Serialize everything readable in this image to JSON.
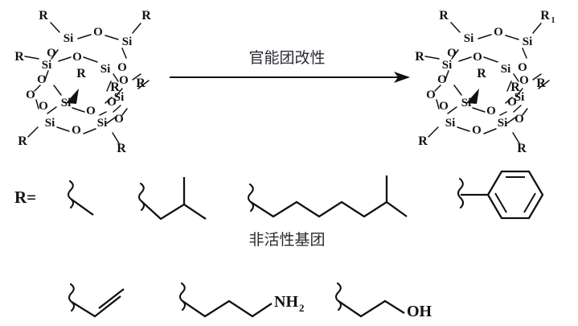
{
  "figure": {
    "type": "chemical-reaction-scheme",
    "subject": "POSS (polyhedral oligomeric silsesquioxane) functional group modification"
  },
  "reaction": {
    "arrow_label": "官能团改性",
    "arrow_icon": "right-arrow-icon"
  },
  "cage_left": {
    "name": "POSS cage (unmodified)",
    "silicon_label": "Si",
    "oxygen_label": "O",
    "substituents": [
      "R",
      "R",
      "R",
      "R",
      "R",
      "R",
      "R",
      "R"
    ],
    "corner_labels": {
      "top": "R",
      "top_right": "R",
      "left": "R",
      "right_upper": "R",
      "right_mid": "R",
      "interior": "R",
      "bottom_left": "R",
      "bottom_right": "R"
    }
  },
  "cage_right": {
    "name": "POSS cage (modified)",
    "silicon_label": "Si",
    "oxygen_label": "O",
    "corner_labels": {
      "top": "R",
      "top_right": "R",
      "top_right_sub": "1",
      "left": "R",
      "right_upper": "R",
      "right_mid": "R",
      "interior": "R",
      "bottom_left": "R",
      "bottom_right": "R"
    }
  },
  "legend": {
    "r_equals_label": "R=",
    "inactive_caption": "非活性基团"
  },
  "inactive_groups": [
    {
      "id": "methyl",
      "name": "methyl-group",
      "label": ""
    },
    {
      "id": "isobutyl",
      "name": "isobutyl-group",
      "label": ""
    },
    {
      "id": "isooctyl",
      "name": "isooctyl-chain-group",
      "label": ""
    },
    {
      "id": "phenyl",
      "name": "phenyl-ring-group",
      "label": ""
    }
  ],
  "reactive_groups": [
    {
      "id": "allyl",
      "name": "allyl-vinyl-group",
      "label": ""
    },
    {
      "id": "aminopropyl",
      "name": "aminopropyl-group",
      "label": "NH",
      "sub": "2"
    },
    {
      "id": "hydroxypropyl",
      "name": "hydroxypropyl-group",
      "label": "OH"
    }
  ],
  "colors": {
    "ink": "#111111",
    "cn_text": "#2b2b33",
    "background": "#ffffff"
  }
}
